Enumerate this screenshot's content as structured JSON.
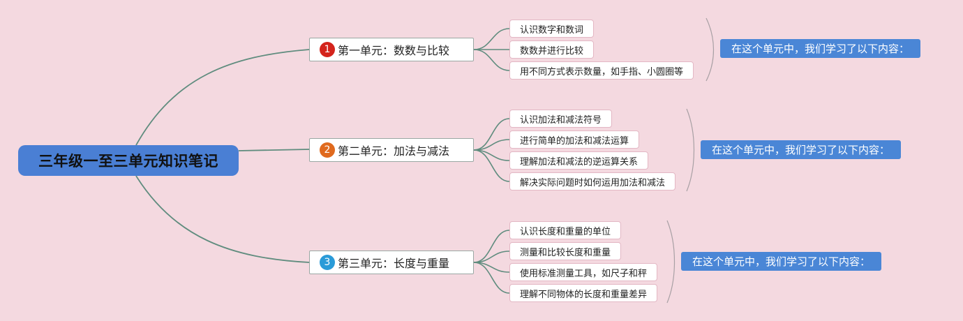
{
  "root": {
    "title": "三年级一至三单元知识笔记"
  },
  "colors": {
    "root_bg": "#4a7fd4",
    "line": "#5f8c7e",
    "badge1": "#d4241c",
    "badge2": "#e06a1e",
    "badge3": "#2a9bd8",
    "summary_bg": "#4a86d6"
  },
  "units": [
    {
      "badge": "1",
      "title": "第一单元：数数与比较",
      "items": [
        "认识数字和数词",
        "数数并进行比较",
        "用不同方式表示数量，如手指、小圆圈等"
      ],
      "summary": "在这个单元中，我们学习了以下内容："
    },
    {
      "badge": "2",
      "title": "第二单元：加法与减法",
      "items": [
        "认识加法和减法符号",
        "进行简单的加法和减法运算",
        "理解加法和减法的逆运算关系",
        "解决实际问题时如何运用加法和减法"
      ],
      "summary": "在这个单元中，我们学习了以下内容："
    },
    {
      "badge": "3",
      "title": "第三单元：长度与重量",
      "items": [
        "认识长度和重量的单位",
        "测量和比较长度和重量",
        "使用标准测量工具，如尺子和秤",
        "理解不同物体的长度和重量差异"
      ],
      "summary": "在这个单元中，我们学习了以下内容："
    }
  ]
}
